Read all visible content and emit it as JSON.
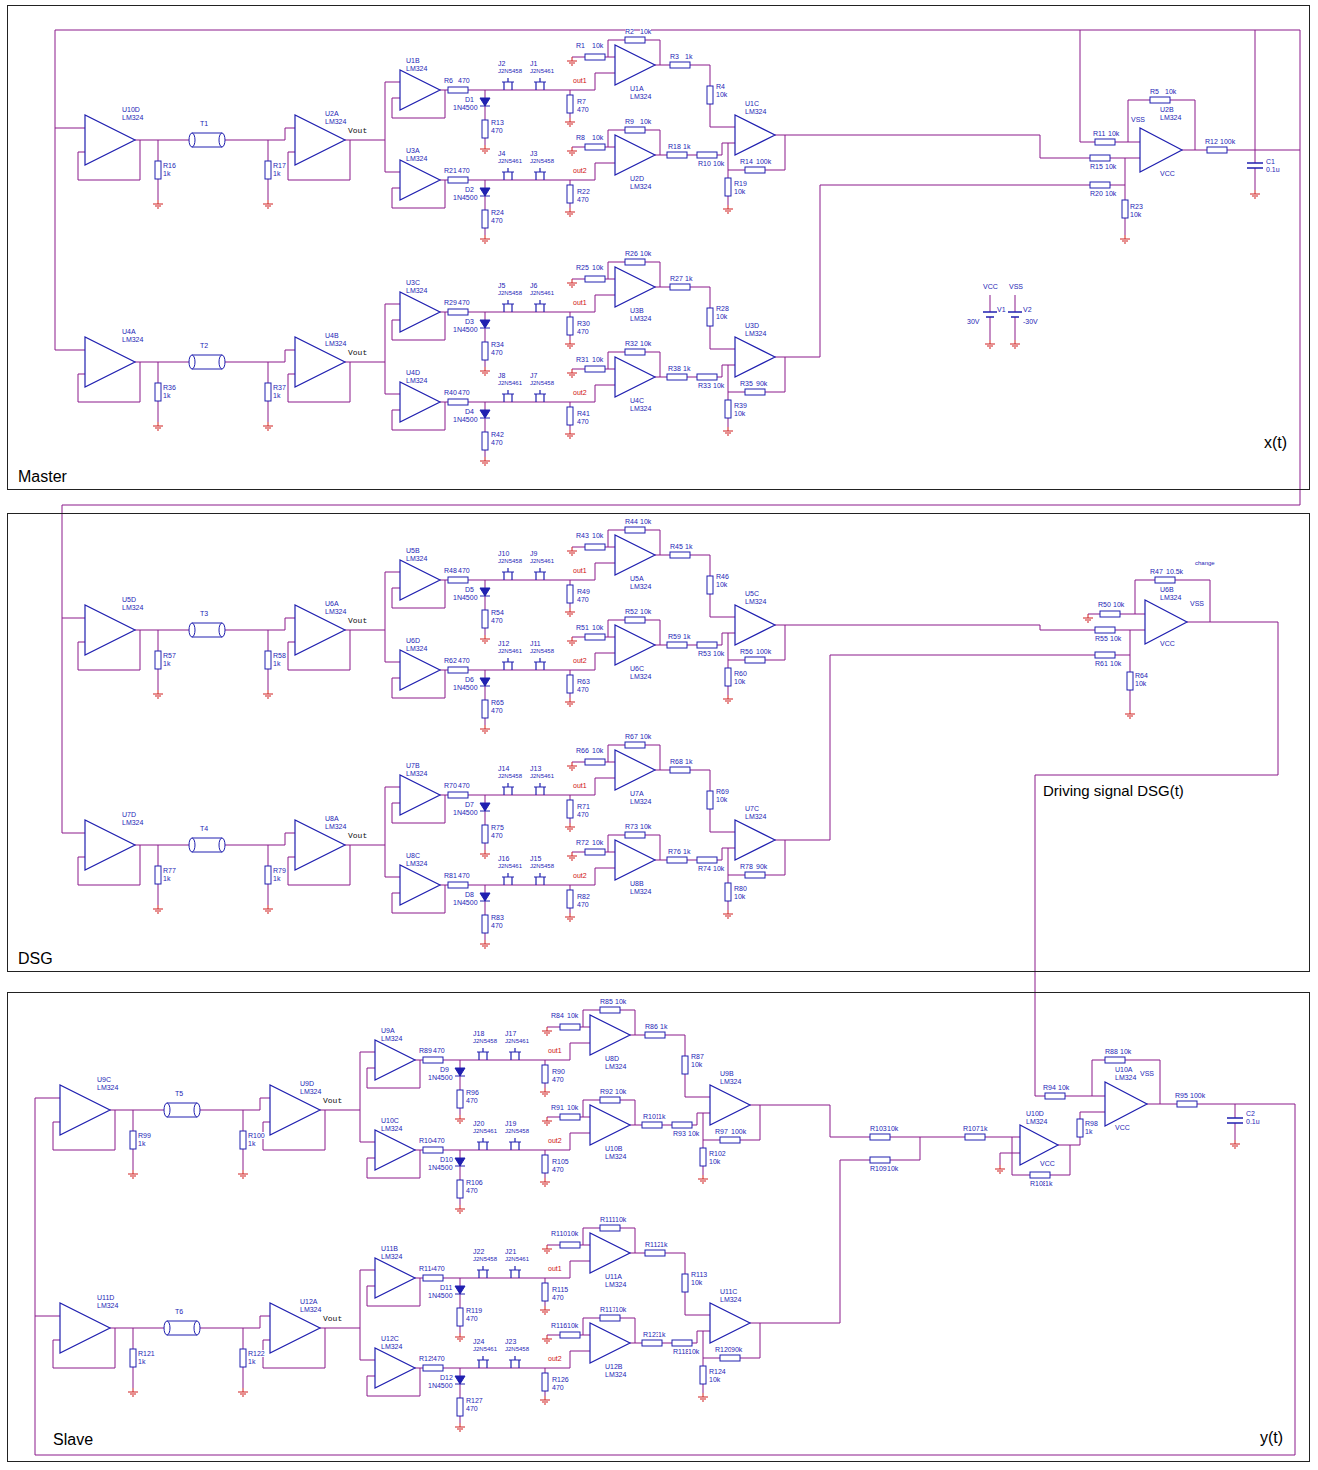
{
  "diagram": {
    "nodes": [
      {
        "text": [
          "Master",
          "x(t)"
        ]
      },
      {
        "text": [
          "DSG",
          "Driving signal DSG(t)"
        ]
      },
      {
        "text": [
          "Slave",
          "y(t)"
        ]
      }
    ],
    "edges": [
      {
        "from": 0,
        "to": 1,
        "arrow": "none"
      },
      {
        "from": 1,
        "to": 2,
        "arrow": "none"
      }
    ],
    "labels": [
      "U10D",
      "LM324",
      "R16",
      "1k",
      "T1",
      "R17",
      "1k",
      "U2A",
      "LM324",
      "Vout",
      "U1B",
      "LM324",
      "R6",
      "470",
      "D1",
      "1N4500",
      "R13",
      "470",
      "J2",
      "J2N5458",
      "J1",
      "J2N5461",
      "R7",
      "470",
      "out1",
      "U3A",
      "LM324",
      "R21",
      "470",
      "D2",
      "1N4500",
      "R24",
      "470",
      "J4",
      "J2N5461",
      "J3",
      "J2N5458",
      "R22",
      "470",
      "out2",
      "R1",
      "10k",
      "R2",
      "10k",
      "U1A",
      "LM324",
      "R3",
      "1k",
      "R8",
      "10k",
      "R9",
      "10k",
      "U2D",
      "LM324",
      "R18",
      "1k",
      "R4",
      "10k",
      "R10",
      "10k",
      "U1C",
      "LM324",
      "R19",
      "10k",
      "R14",
      "100k",
      "U4A",
      "LM324",
      "R36",
      "1k",
      "T2",
      "R37",
      "1k",
      "U4B",
      "LM324",
      "Vout",
      "U3C",
      "LM324",
      "R29",
      "470",
      "D3",
      "1N4500",
      "R34",
      "470",
      "J5",
      "J2N5458",
      "J6",
      "J2N5461",
      "R30",
      "470",
      "out1",
      "U4D",
      "LM324",
      "R40",
      "470",
      "D4",
      "1N4500",
      "R42",
      "470",
      "J8",
      "J2N5461",
      "J7",
      "J2N5458",
      "R41",
      "470",
      "out2",
      "R25",
      "10k",
      "R26",
      "10k",
      "U3B",
      "LM324",
      "R27",
      "1k",
      "R31",
      "10k",
      "R32",
      "10k",
      "U4C",
      "LM324",
      "R38",
      "1k",
      "R28",
      "10k",
      "R33",
      "10k",
      "U3D",
      "LM324",
      "R39",
      "10k",
      "R35",
      "90k",
      "U5D",
      "LM324",
      "R57",
      "1k",
      "T3",
      "R58",
      "1k",
      "U6A",
      "LM324",
      "Vout",
      "U5B",
      "LM324",
      "R48",
      "470",
      "D5",
      "1N4500",
      "R54",
      "470",
      "J10",
      "J2N5458",
      "J9",
      "J2N5461",
      "R49",
      "470",
      "out1",
      "U6D",
      "LM324",
      "R62",
      "470",
      "D6",
      "1N4500",
      "R65",
      "470",
      "J12",
      "J2N5461",
      "J11",
      "J2N5458",
      "R63",
      "470",
      "out2",
      "R43",
      "10k",
      "R44",
      "10k",
      "U5A",
      "LM324",
      "R45",
      "1k",
      "R51",
      "10k",
      "R52",
      "10k",
      "U6C",
      "LM324",
      "R59",
      "1k",
      "R46",
      "10k",
      "R53",
      "10k",
      "U5C",
      "LM324",
      "R60",
      "10k",
      "R56",
      "100k",
      "U7D",
      "LM324",
      "R77",
      "1k",
      "T4",
      "R79",
      "1k",
      "U8A",
      "LM324",
      "Vout",
      "U7B",
      "LM324",
      "R70",
      "470",
      "D7",
      "1N4500",
      "R75",
      "470",
      "J14",
      "J2N5458",
      "J13",
      "J2N5461",
      "R71",
      "470",
      "out1",
      "U8C",
      "LM324",
      "R81",
      "470",
      "D8",
      "1N4500",
      "R83",
      "470",
      "J16",
      "J2N5461",
      "J15",
      "J2N5458",
      "R82",
      "470",
      "out2",
      "R66",
      "10k",
      "R67",
      "10k",
      "U7A",
      "LM324",
      "R68",
      "1k",
      "R72",
      "10k",
      "R73",
      "10k",
      "U8B",
      "LM324",
      "R76",
      "1k",
      "R69",
      "10k",
      "R74",
      "10k",
      "U7C",
      "LM324",
      "R80",
      "10k",
      "R78",
      "90k",
      "U9C",
      "LM324",
      "R99",
      "1k",
      "T5",
      "R100",
      "1k",
      "U9D",
      "LM324",
      "Vout",
      "U9A",
      "LM324",
      "R89",
      "470",
      "D9",
      "1N4500",
      "R96",
      "470",
      "J18",
      "J2N5458",
      "J17",
      "J2N5461",
      "R90",
      "470",
      "out1",
      "U10C",
      "LM324",
      "R104",
      "470",
      "D10",
      "1N4500",
      "R106",
      "470",
      "J20",
      "J2N5461",
      "J19",
      "J2N5458",
      "R105",
      "470",
      "out2",
      "R84",
      "10k",
      "R85",
      "10k",
      "U8D",
      "LM324",
      "R86",
      "1k",
      "R91",
      "10k",
      "R92",
      "10k",
      "U10B",
      "LM324",
      "R101",
      "1k",
      "R87",
      "10k",
      "R93",
      "10k",
      "U9B",
      "LM324",
      "R102",
      "10k",
      "R97",
      "100k",
      "U11D",
      "LM324",
      "R121",
      "1k",
      "T6",
      "R122",
      "1k",
      "U12A",
      "LM324",
      "Vout",
      "U11B",
      "LM324",
      "R114",
      "470",
      "D11",
      "1N4500",
      "R119",
      "470",
      "J22",
      "J2N5458",
      "J21",
      "J2N5461",
      "R115",
      "470",
      "out1",
      "U12C",
      "LM324",
      "R125",
      "470",
      "D12",
      "1N4500",
      "R127",
      "470",
      "J24",
      "J2N5461",
      "J23",
      "J2N5458",
      "R126",
      "470",
      "out2",
      "R110",
      "10k",
      "R111",
      "10k",
      "U11A",
      "LM324",
      "R112",
      "1k",
      "R116",
      "10k",
      "R117",
      "10k",
      "U12B",
      "LM324",
      "R123",
      "1k",
      "R113",
      "10k",
      "R118",
      "10k",
      "U11C",
      "LM324",
      "R124",
      "10k",
      "R120",
      "90k",
      "U2B",
      "LM324",
      "VCC",
      "VSS",
      "R5",
      "10k",
      "R11",
      "10k",
      "R15",
      "10k",
      "R20",
      "10k",
      "R23",
      "10k",
      "R12",
      "100k",
      "C1",
      "0.1u",
      "VCC",
      "VSS",
      "V1",
      "30V",
      "V2",
      "-30V",
      "U6B",
      "LM324",
      "VSS",
      "VCC",
      "R47",
      "10.5k",
      "change",
      "R50",
      "10k",
      "R55",
      "10k",
      "R61",
      "10k",
      "R64",
      "10k",
      "U10A",
      "LM324",
      "VSS",
      "VCC",
      "R88",
      "10k",
      "R94",
      "10k",
      "R98",
      "1k",
      "R95",
      "100k",
      "C2",
      "0.1u",
      "R103",
      "10k",
      "R109",
      "10k",
      "U10D",
      "LM324",
      "VCC",
      "R107",
      "1k",
      "R108",
      "1k"
    ]
  }
}
